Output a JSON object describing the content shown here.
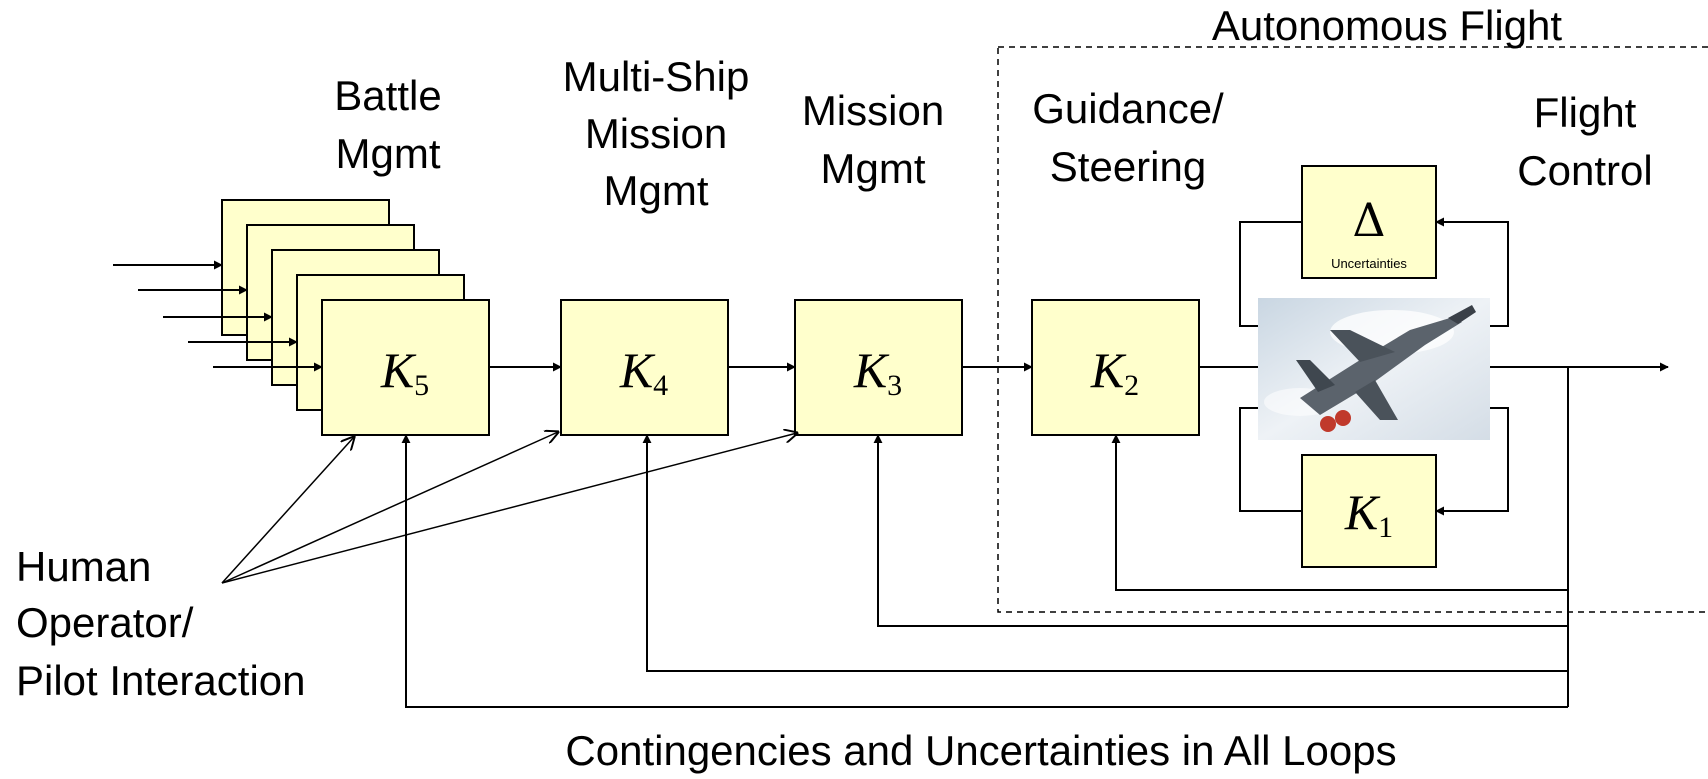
{
  "labels": {
    "autonomous_flight": "Autonomous Flight",
    "battle_mgmt": [
      "Battle",
      "Mgmt"
    ],
    "multi_ship": [
      "Multi-Ship",
      "Mission",
      "Mgmt"
    ],
    "mission_mgmt": [
      "Mission",
      "Mgmt"
    ],
    "guidance": [
      "Guidance/",
      "Steering"
    ],
    "flight_control": [
      "Flight",
      "Control"
    ],
    "human": [
      "Human",
      "Operator/",
      "Pilot Interaction"
    ],
    "caption": "Contingencies and Uncertainties in All Loops"
  },
  "blocks": {
    "k5": {
      "letter": "K",
      "sub": "5"
    },
    "k4": {
      "letter": "K",
      "sub": "4"
    },
    "k3": {
      "letter": "K",
      "sub": "3"
    },
    "k2": {
      "letter": "K",
      "sub": "2"
    },
    "k1": {
      "letter": "K",
      "sub": "1"
    },
    "delta": {
      "symbol": "Δ",
      "caption": "Uncertainties"
    }
  },
  "icons": {
    "aircraft": "fighter-jet-icon"
  },
  "colors": {
    "block_fill": "#ffffcc",
    "line": "#000000"
  }
}
